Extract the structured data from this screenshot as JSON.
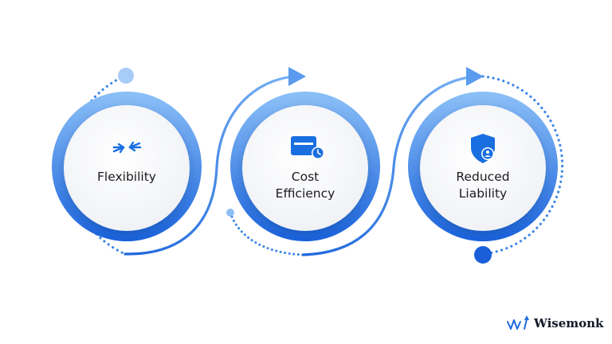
{
  "colors": {
    "ring_light": "#7cb4f5",
    "ring_dark": "#1d6be0",
    "icon": "#1a6fe0",
    "text": "#1b1b1f"
  },
  "steps": [
    {
      "lines": [
        "Flexibility"
      ],
      "icon": "compress-arrows-icon"
    },
    {
      "lines": [
        "Cost",
        "Efficiency"
      ],
      "icon": "credit-card-clock-icon"
    },
    {
      "lines": [
        "Reduced",
        "Liability"
      ],
      "icon": "shield-user-icon"
    }
  ],
  "brand": {
    "name": "Wisemonk",
    "logo": "wisemonk-logo-icon"
  }
}
